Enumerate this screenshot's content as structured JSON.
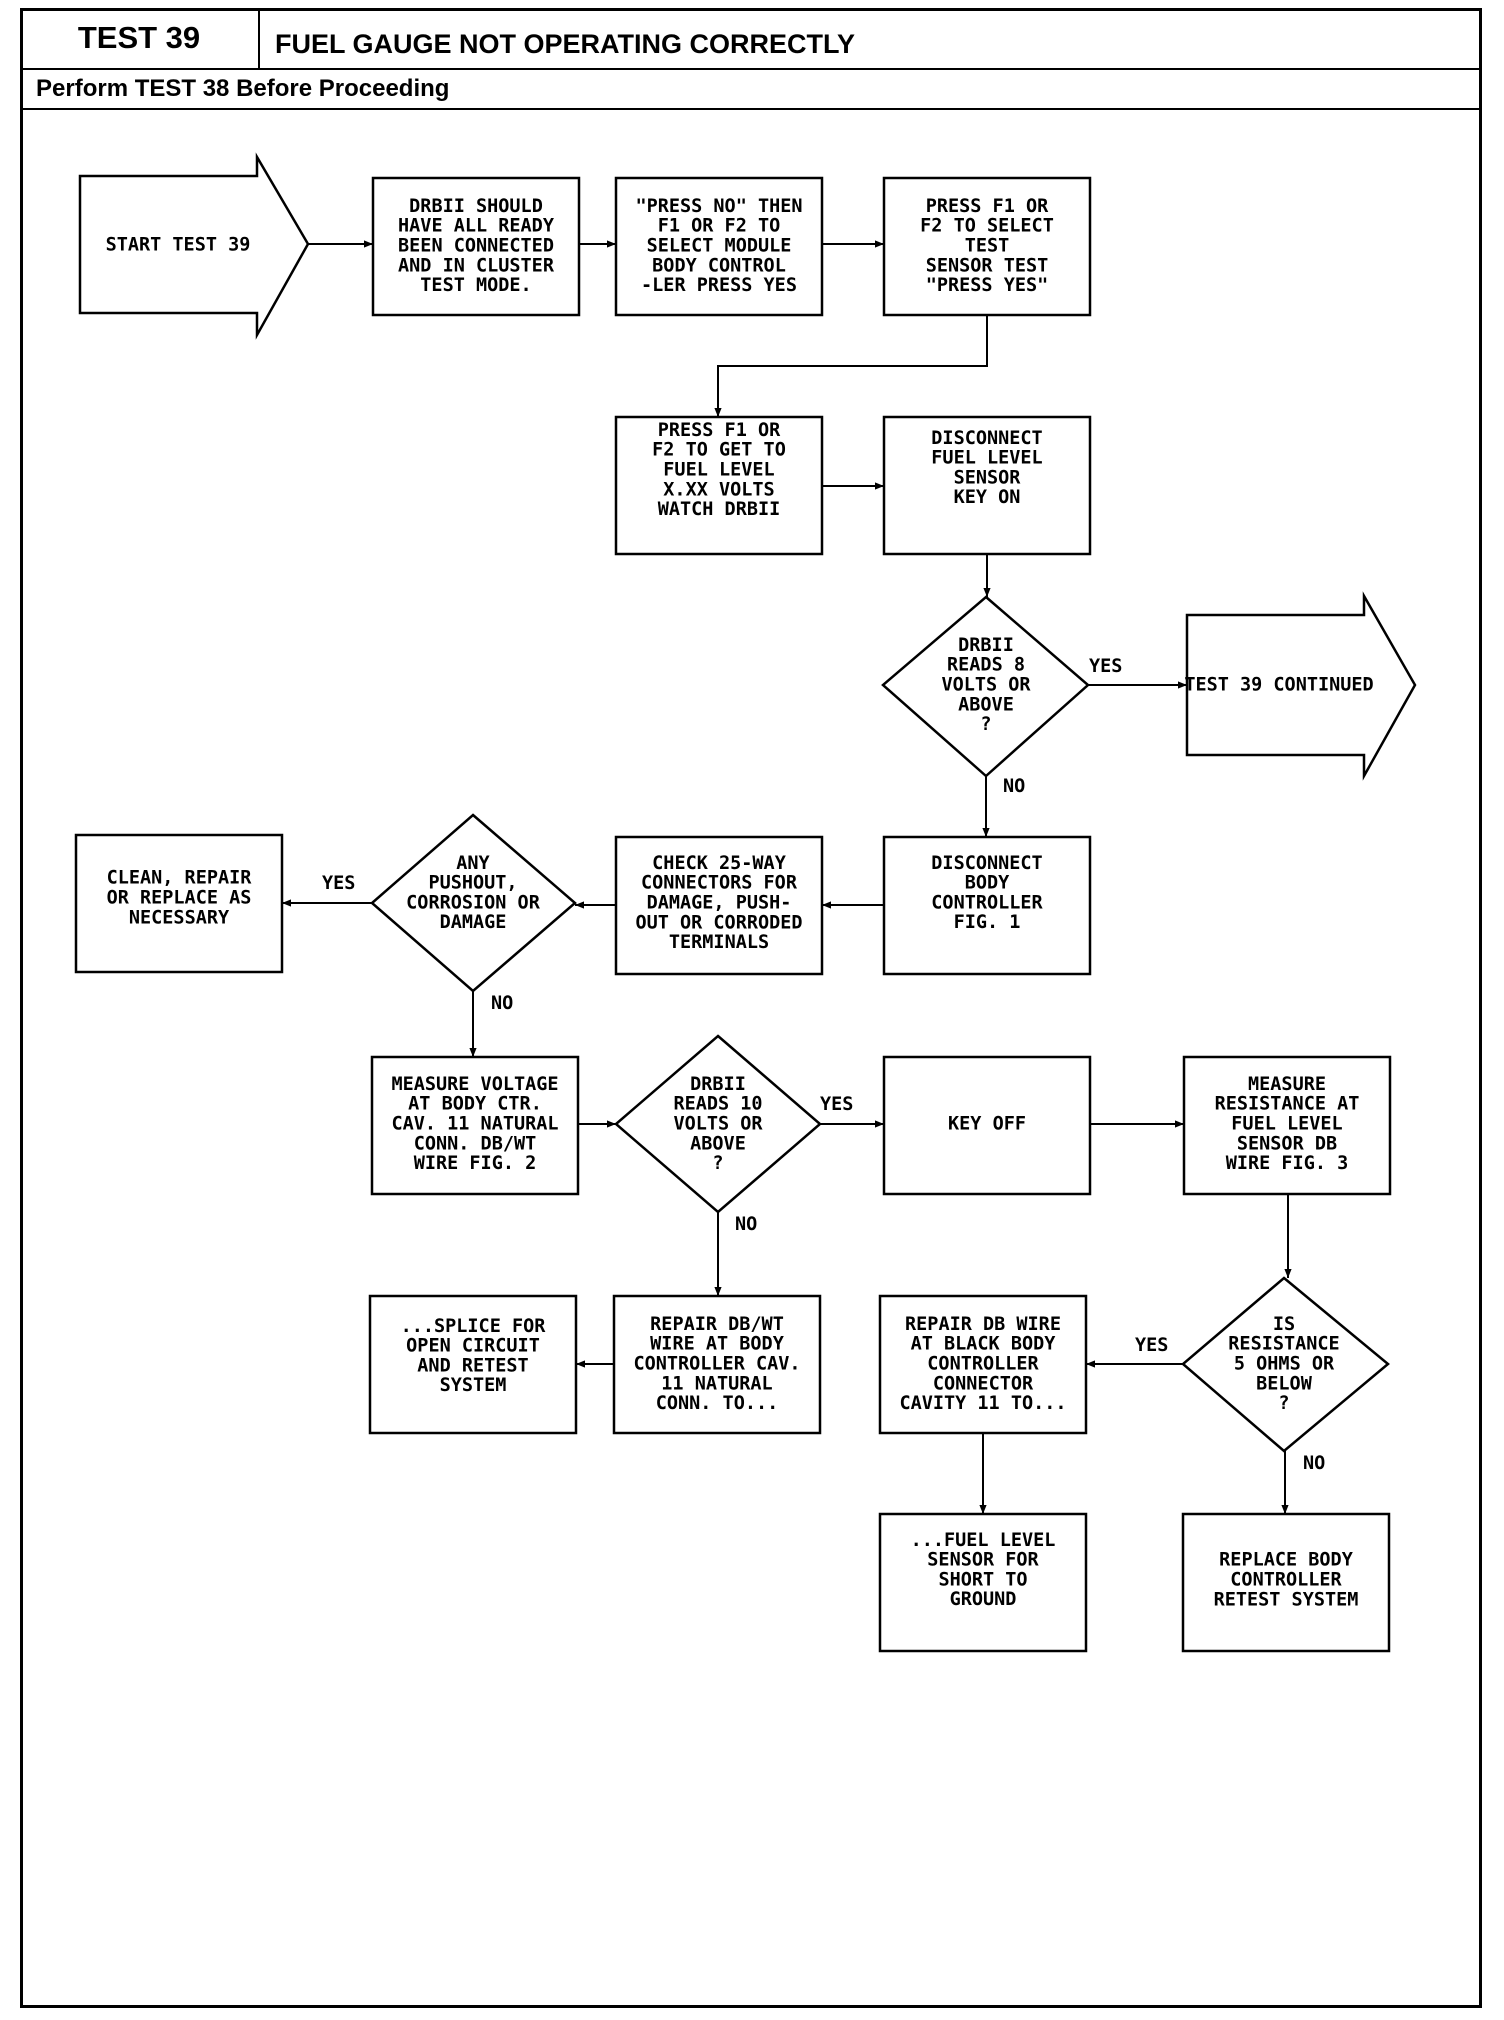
{
  "header": {
    "test_label": "TEST 39",
    "title": "FUEL GAUGE NOT OPERATING CORRECTLY",
    "prerequisite": "Perform TEST 38 Before Proceeding"
  },
  "nodes": {
    "start": [
      "START TEST 39"
    ],
    "n1": [
      "DRBII SHOULD",
      "HAVE ALL READY",
      "BEEN CONNECTED",
      "AND IN CLUSTER",
      "TEST MODE."
    ],
    "n2": [
      "\"PRESS NO\" THEN",
      "F1 OR F2 TO",
      "SELECT MODULE",
      "BODY CONTROL",
      "-LER PRESS YES"
    ],
    "n3": [
      "PRESS F1 OR",
      "F2 TO SELECT",
      "TEST",
      "SENSOR TEST",
      "\"PRESS YES\""
    ],
    "n4": [
      "PRESS F1 OR",
      "F2 TO GET TO",
      "FUEL LEVEL",
      "X.XX VOLTS",
      "WATCH DRBII"
    ],
    "n5": [
      "DISCONNECT",
      "FUEL LEVEL",
      "SENSOR",
      "KEY ON"
    ],
    "d1": [
      "DRBII",
      "READS 8",
      "VOLTS OR",
      "ABOVE",
      "?"
    ],
    "cont": [
      "TEST 39 CONTINUED"
    ],
    "n6": [
      "DISCONNECT",
      "BODY",
      "CONTROLLER",
      "FIG. 1"
    ],
    "n7": [
      "CHECK 25-WAY",
      "CONNECTORS FOR",
      "DAMAGE, PUSH-",
      "OUT OR CORRODED",
      "TERMINALS"
    ],
    "d2": [
      "ANY",
      "PUSHOUT,",
      "CORROSION OR",
      "DAMAGE"
    ],
    "n8": [
      "CLEAN, REPAIR",
      "OR REPLACE AS",
      "NECESSARY"
    ],
    "n9": [
      "MEASURE VOLTAGE",
      "AT BODY CTR.",
      "CAV. 11 NATURAL",
      "CONN. DB/WT",
      "WIRE FIG. 2"
    ],
    "d3": [
      "DRBII",
      "READS 10",
      "VOLTS OR",
      "ABOVE",
      "?"
    ],
    "n10": [
      "KEY OFF"
    ],
    "n11": [
      "MEASURE",
      "RESISTANCE AT",
      "FUEL LEVEL",
      "SENSOR DB",
      "WIRE FIG. 3"
    ],
    "n12": [
      "REPAIR DB/WT",
      "WIRE AT BODY",
      "CONTROLLER CAV.",
      "11 NATURAL",
      "CONN. TO..."
    ],
    "n13": [
      "...SPLICE FOR",
      "OPEN CIRCUIT",
      "AND RETEST",
      "SYSTEM"
    ],
    "d4": [
      "IS",
      "RESISTANCE",
      "5 OHMS OR",
      "BELOW",
      "?"
    ],
    "n14": [
      "REPAIR DB WIRE",
      "AT BLACK BODY",
      "CONTROLLER",
      "CONNECTOR",
      "CAVITY 11 TO..."
    ],
    "n15": [
      "...FUEL LEVEL",
      "SENSOR FOR",
      "SHORT TO",
      "GROUND"
    ],
    "n16": [
      "REPLACE BODY",
      "CONTROLLER",
      "RETEST SYSTEM"
    ]
  },
  "edge_labels": {
    "yes": "YES",
    "no": "NO"
  }
}
